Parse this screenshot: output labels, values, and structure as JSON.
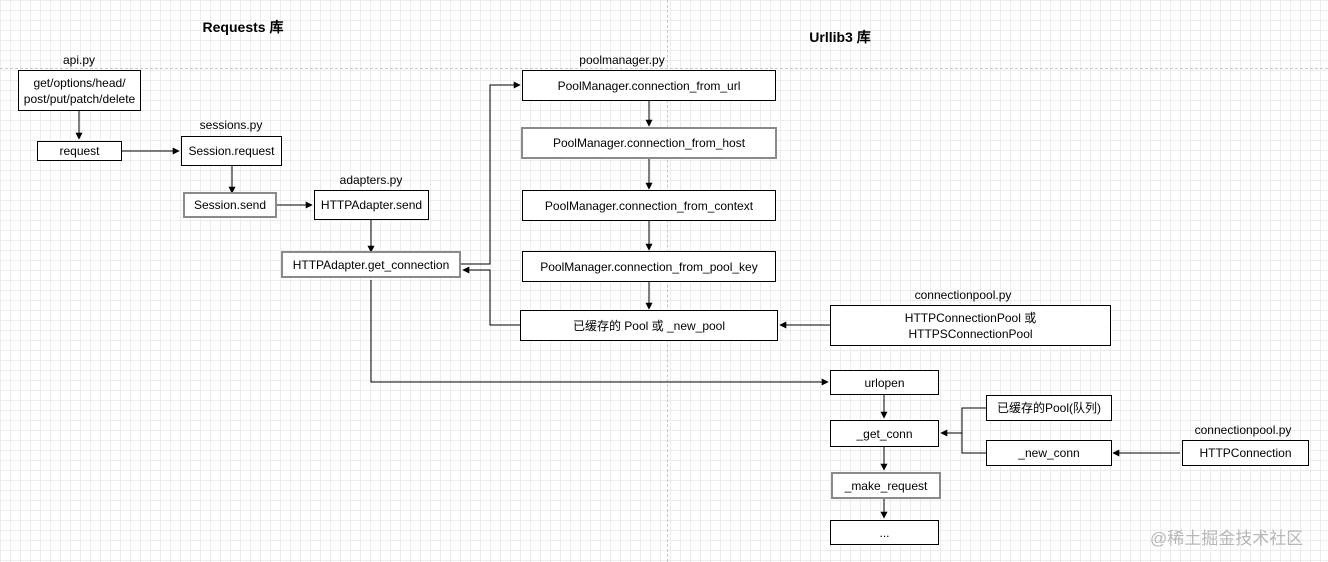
{
  "titles": {
    "requests_lib": "Requests 库",
    "urllib3_lib": "Urllib3 库"
  },
  "file_labels": {
    "api": "api.py",
    "sessions": "sessions.py",
    "adapters": "adapters.py",
    "poolmanager": "poolmanager.py",
    "connectionpool_1": "connectionpool.py",
    "connectionpool_2": "connectionpool.py"
  },
  "nodes": {
    "http_methods": "get/options/head/\npost/put/patch/delete",
    "request": "request",
    "session_request": "Session.request",
    "session_send": "Session.send",
    "adapter_send": "HTTPAdapter.send",
    "get_connection": "HTTPAdapter.get_connection",
    "pm_from_url": "PoolManager.connection_from_url",
    "pm_from_host": "PoolManager.connection_from_host",
    "pm_from_context": "PoolManager.connection_from_context",
    "pm_from_pool_key": "PoolManager.connection_from_pool_key",
    "cached_pool": "已缓存的 Pool 或 _new_pool",
    "connection_pools": "HTTPConnectionPool 或\nHTTPSConnectionPool",
    "urlopen": "urlopen",
    "get_conn": "_get_conn",
    "cached_pool_queue": "已缓存的Pool(队列)",
    "new_conn": "_new_conn",
    "http_connection": "HTTPConnection",
    "make_request": "_make_request",
    "ellipsis": "..."
  },
  "watermark": "@稀土掘金技术社区"
}
